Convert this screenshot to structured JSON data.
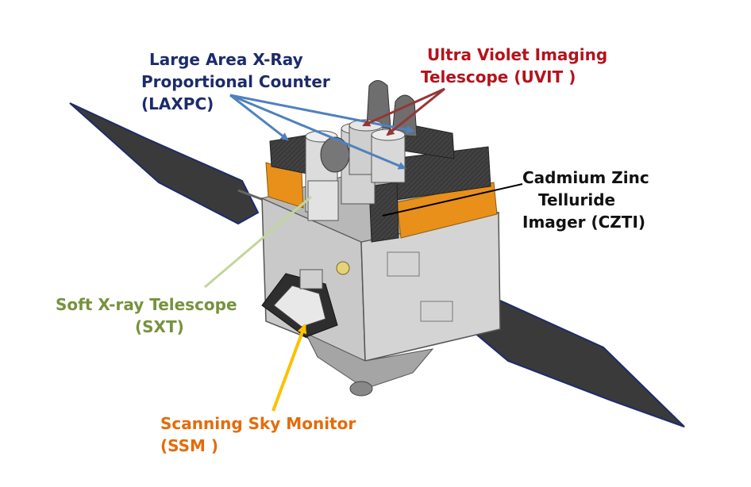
{
  "labels": {
    "laxpc": {
      "lines": [
        "Large Area X-Ray",
        "Proportional Counter",
        "(LAXPC)"
      ],
      "color": "#1c2b6b"
    },
    "uvit": {
      "lines": [
        "Ultra Violet Imaging",
        "Telescope  (UVIT )"
      ],
      "color": "#b5121b"
    },
    "czti": {
      "lines": [
        "Cadmium Zinc",
        "Telluride",
        "Imager (CZTI)"
      ],
      "color": "#111111"
    },
    "sxt": {
      "lines": [
        "Soft X-ray  Telescope",
        "(SXT)"
      ],
      "color": "#77923c"
    },
    "ssm": {
      "lines": [
        "Scanning Sky Monitor",
        "(SSM )"
      ],
      "color": "#e36c0a"
    }
  },
  "arrow_colors": {
    "laxpc": "#4f81bd",
    "uvit": "#953735",
    "czti": "#000000",
    "sxt": "#c3d69b",
    "ssm": "#ffc000"
  },
  "part_colors": {
    "solar_panel": "#3a3a3a",
    "panel_edge": "#1f2a6b",
    "bus": "#c8c8c8",
    "bus_dark": "#9a9a9a",
    "detector_orange": "#e8901a",
    "cylinder": "#d9d9d9"
  }
}
